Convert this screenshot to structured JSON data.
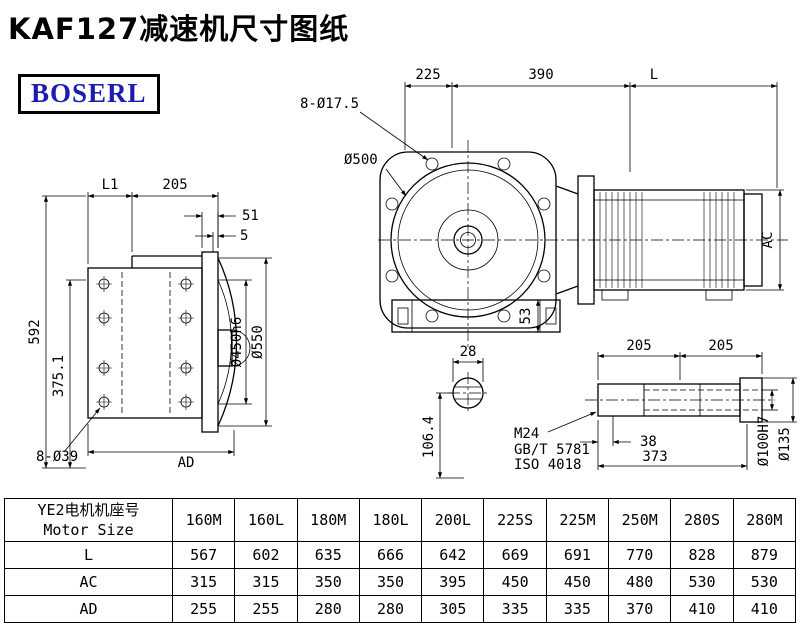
{
  "page": {
    "title": "KAF127减速机尺寸图纸",
    "logo": "BOSERL"
  },
  "front_view": {
    "dim_top_1": "225",
    "dim_top_2": "390",
    "dim_top_3": "L",
    "bolt_callout": "8-Ø17.5",
    "flange_diameter": "Ø500",
    "dim_motor_height": "AC",
    "dim_foot": "53"
  },
  "side_view": {
    "dim_l1": "L1",
    "dim_top": "205",
    "dim_flange_thickness": "51",
    "dim_step": "5",
    "dim_height": "592",
    "dim_mid_height": "375.1",
    "bolt_callout": "8-Ø39",
    "dim_width": "AD",
    "spigot_diameter": "Ø450h6",
    "flange_diameter": "Ø550"
  },
  "section_view": {
    "dim_key_width": "28",
    "dim_center_height": "106.4"
  },
  "shaft_view": {
    "dim_len_1": "205",
    "dim_len_2": "205",
    "dim_bore_step": "38",
    "dim_bore_depth": "373",
    "thread_callout": "M24",
    "standard_gb": "GB/T 5781",
    "standard_iso": "ISO 4018",
    "bore_diameter": "Ø100H7",
    "hub_diameter": "Ø135"
  },
  "table": {
    "header_cn": "YE2电机机座号",
    "header_en": "Motor Size",
    "columns": [
      "160M",
      "160L",
      "180M",
      "180L",
      "200L",
      "225S",
      "225M",
      "250M",
      "280S",
      "280M"
    ],
    "rows": [
      {
        "label": "L",
        "values": [
          "567",
          "602",
          "635",
          "666",
          "642",
          "669",
          "691",
          "770",
          "828",
          "879"
        ]
      },
      {
        "label": "AC",
        "values": [
          "315",
          "315",
          "350",
          "350",
          "395",
          "450",
          "450",
          "480",
          "530",
          "530"
        ]
      },
      {
        "label": "AD",
        "values": [
          "255",
          "255",
          "280",
          "280",
          "305",
          "335",
          "335",
          "370",
          "410",
          "410"
        ]
      }
    ]
  }
}
